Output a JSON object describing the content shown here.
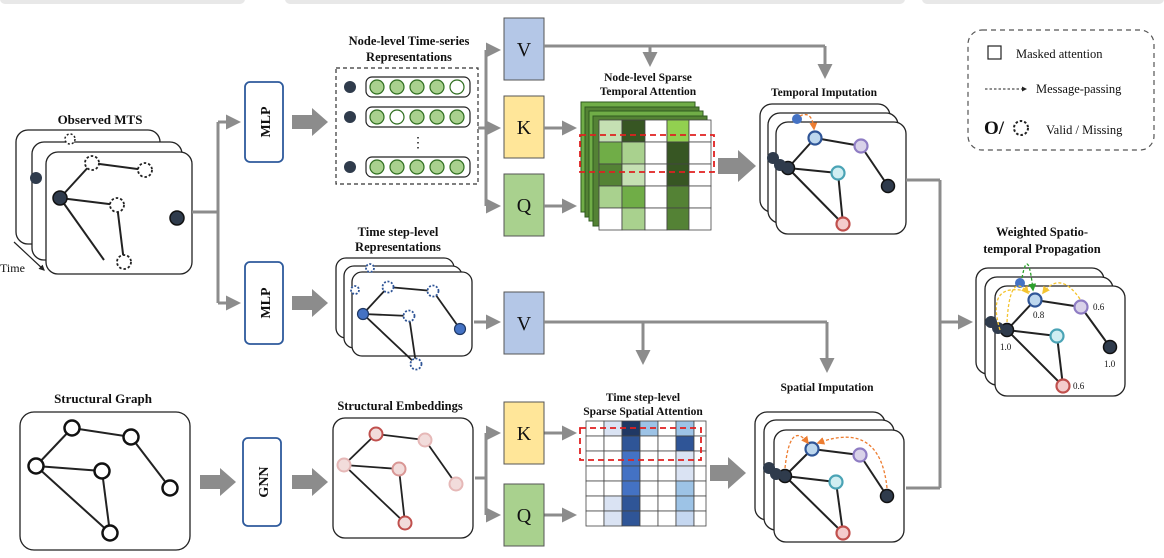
{
  "labels": {
    "observed_mts": "Observed MTS",
    "time": "Time",
    "mlp_top": "MLP",
    "mlp_mid": "MLP",
    "gnn": "GNN",
    "node_repr_line1": "Node-level Time-series",
    "node_repr_line2": "Representations",
    "ellipsis": "⋮",
    "step_repr_line1": "Time step-level",
    "step_repr_line2": "Representations",
    "structural_graph": "Structural Graph",
    "structural_embeddings": "Structural Embeddings",
    "v_top": "V",
    "k_top": "K",
    "q_top": "Q",
    "v_mid": "V",
    "k_bot": "K",
    "q_bot": "Q",
    "temporal_attn_line1": "Node-level Sparse",
    "temporal_attn_line2": "Temporal Attention",
    "spatial_attn_line1": "Time step-level",
    "spatial_attn_line2": "Sparse Spatial Attention",
    "temporal_imputation": "Temporal Imputation",
    "spatial_imputation": "Spatial Imputation",
    "weighted_line1": "Weighted Spatio-",
    "weighted_line2": "temporal Propagation",
    "w08": "0.8",
    "w06a": "0.6",
    "w10a": "1.0",
    "w10b": "1.0",
    "w06b": "0.6"
  },
  "legend": {
    "masked": "Masked attention",
    "message": "Message-passing",
    "valid_glyph": "O/",
    "valid_missing": "Valid / Missing"
  },
  "colors": {
    "arrow": "#8c8c8c",
    "v_block": "#b4c7e7",
    "k_block": "#ffe699",
    "q_block": "#a9d18e",
    "mlp_border": "#2e5a9c",
    "dark_node": "#2f3b4c",
    "blue_node": "#4472c4",
    "purple_node": "#8e7cc3",
    "teal_node": "#4aa3b5",
    "red_node": "#c0504d",
    "green_cell": "#70ad47",
    "dark_green_cell": "#375623",
    "light_green_cell": "#c5e0b3",
    "blue_cell": "#2f5597",
    "light_blue_cell": "#9dc3e6",
    "masked_dash": "#e02020",
    "orange_dash": "#ed7d31",
    "yellow_dash": "#f4c430",
    "green_dash": "#2ca02c"
  }
}
